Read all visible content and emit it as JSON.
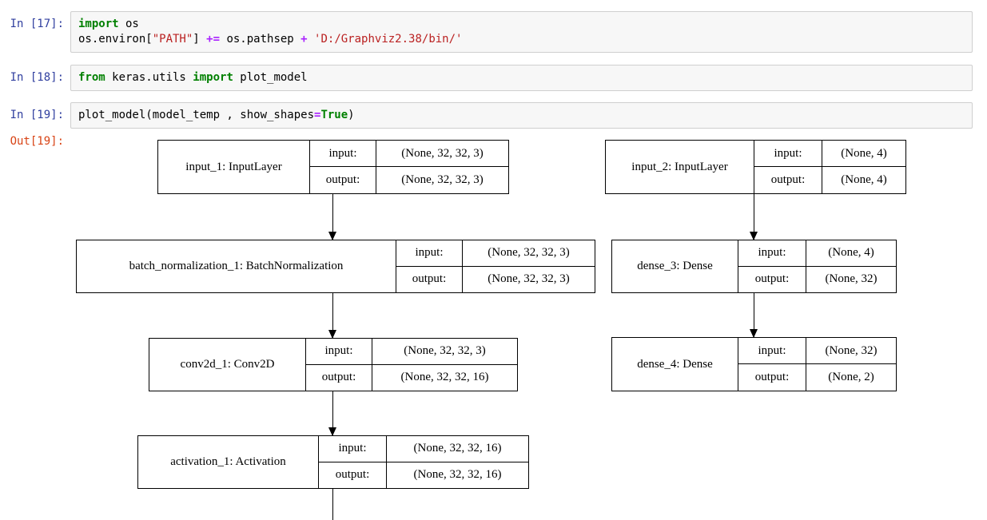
{
  "colors": {
    "prompt_in": "#303F9F",
    "prompt_out": "#D84315",
    "keyword": "#008000",
    "string": "#BA2121",
    "operator": "#AA22FF",
    "cell_bg": "#F7F7F7",
    "cell_border": "#CFCFCF",
    "node_border": "#000000",
    "node_bg": "#FFFFFF"
  },
  "cells": [
    {
      "prompt": "In [17]:",
      "lines": [
        [
          {
            "t": "import"
          },
          {
            "t": " os"
          }
        ],
        [
          {
            "t": "os.environ["
          },
          {
            "t": "\"PATH\""
          },
          {
            "t": "] "
          },
          {
            "t": "+="
          },
          {
            "t": " os.pathsep "
          },
          {
            "t": "+"
          },
          {
            "t": " 'D:/Graphviz2.38/bin/'"
          }
        ]
      ]
    },
    {
      "prompt": "In [18]:",
      "lines": [
        [
          {
            "t": "from"
          },
          {
            "t": " keras.utils "
          },
          {
            "t": "import"
          },
          {
            "t": " plot_model"
          }
        ]
      ]
    },
    {
      "prompt": "In [19]:",
      "lines": [
        [
          {
            "t": "plot_model(model_temp , show_shapes"
          },
          {
            "t": "="
          },
          {
            "t": "True"
          },
          {
            "t": ")"
          }
        ]
      ]
    }
  ],
  "output": {
    "prompt": "Out[19]:"
  },
  "diagram": {
    "type": "keras-model-plot",
    "nodes": [
      {
        "id": "input_1",
        "label": "input_1: InputLayer",
        "io": [
          {
            "key": "input:",
            "shape": "(None, 32, 32, 3)"
          },
          {
            "key": "output:",
            "shape": "(None, 32, 32, 3)"
          }
        ]
      },
      {
        "id": "input_2",
        "label": "input_2: InputLayer",
        "io": [
          {
            "key": "input:",
            "shape": "(None, 4)"
          },
          {
            "key": "output:",
            "shape": "(None, 4)"
          }
        ]
      },
      {
        "id": "batch_normalization_1",
        "label": "batch_normalization_1: BatchNormalization",
        "io": [
          {
            "key": "input:",
            "shape": "(None, 32, 32, 3)"
          },
          {
            "key": "output:",
            "shape": "(None, 32, 32, 3)"
          }
        ]
      },
      {
        "id": "dense_3",
        "label": "dense_3: Dense",
        "io": [
          {
            "key": "input:",
            "shape": "(None, 4)"
          },
          {
            "key": "output:",
            "shape": "(None, 32)"
          }
        ]
      },
      {
        "id": "conv2d_1",
        "label": "conv2d_1: Conv2D",
        "io": [
          {
            "key": "input:",
            "shape": "(None, 32, 32, 3)"
          },
          {
            "key": "output:",
            "shape": "(None, 32, 32, 16)"
          }
        ]
      },
      {
        "id": "dense_4",
        "label": "dense_4: Dense",
        "io": [
          {
            "key": "input:",
            "shape": "(None, 32)"
          },
          {
            "key": "output:",
            "shape": "(None, 2)"
          }
        ]
      },
      {
        "id": "activation_1",
        "label": "activation_1: Activation",
        "io": [
          {
            "key": "input:",
            "shape": "(None, 32, 32, 16)"
          },
          {
            "key": "output:",
            "shape": "(None, 32, 32, 16)"
          }
        ]
      }
    ],
    "edges": [
      {
        "from": "input_1",
        "to": "batch_normalization_1"
      },
      {
        "from": "batch_normalization_1",
        "to": "conv2d_1"
      },
      {
        "from": "conv2d_1",
        "to": "activation_1"
      },
      {
        "from": "activation_1",
        "to": "(cut off at bottom of screenshot)"
      },
      {
        "from": "input_2",
        "to": "dense_3"
      },
      {
        "from": "dense_3",
        "to": "dense_4"
      }
    ]
  }
}
